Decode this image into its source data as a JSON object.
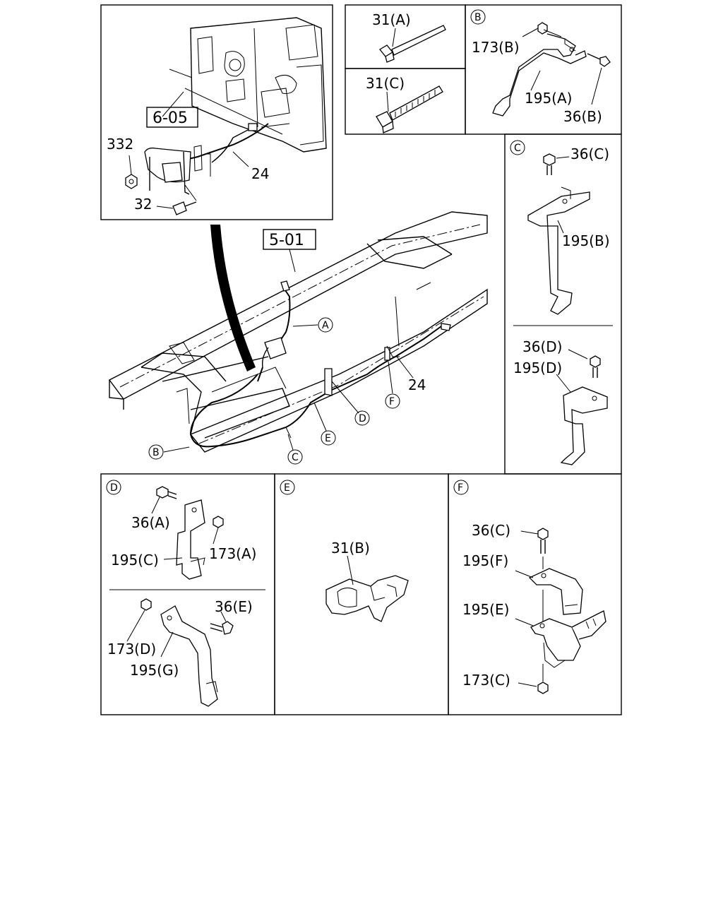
{
  "references": {
    "section_6_05": "6-05",
    "section_5_01": "5-01"
  },
  "callouts": {
    "a": "A",
    "b": "B",
    "c": "C",
    "d": "D",
    "e": "E",
    "f": "F"
  },
  "labels": {
    "top_left": {
      "p332": "332",
      "p24": "24",
      "p32": "32"
    },
    "main": {
      "p24": "24"
    },
    "tie_a": "31(A)",
    "tie_c": "31(C)",
    "detail_b": {
      "nut": "173(B)",
      "bracket": "195(A)",
      "bolt": "36(B)"
    },
    "detail_c": {
      "bolt": "36(C)",
      "bracket": "195(B)",
      "bolt2": "36(D)",
      "bracket2": "195(D)"
    },
    "detail_d": {
      "bolt": "36(A)",
      "nut": "173(A)",
      "bracket": "195(C)",
      "bolt2": "36(E)",
      "nut2": "173(D)",
      "bracket2": "195(G)"
    },
    "detail_e": {
      "clip": "31(B)"
    },
    "detail_f": {
      "bolt": "36(C)",
      "bracket_upper": "195(F)",
      "bracket_lower": "195(E)",
      "nut": "173(C)"
    }
  }
}
